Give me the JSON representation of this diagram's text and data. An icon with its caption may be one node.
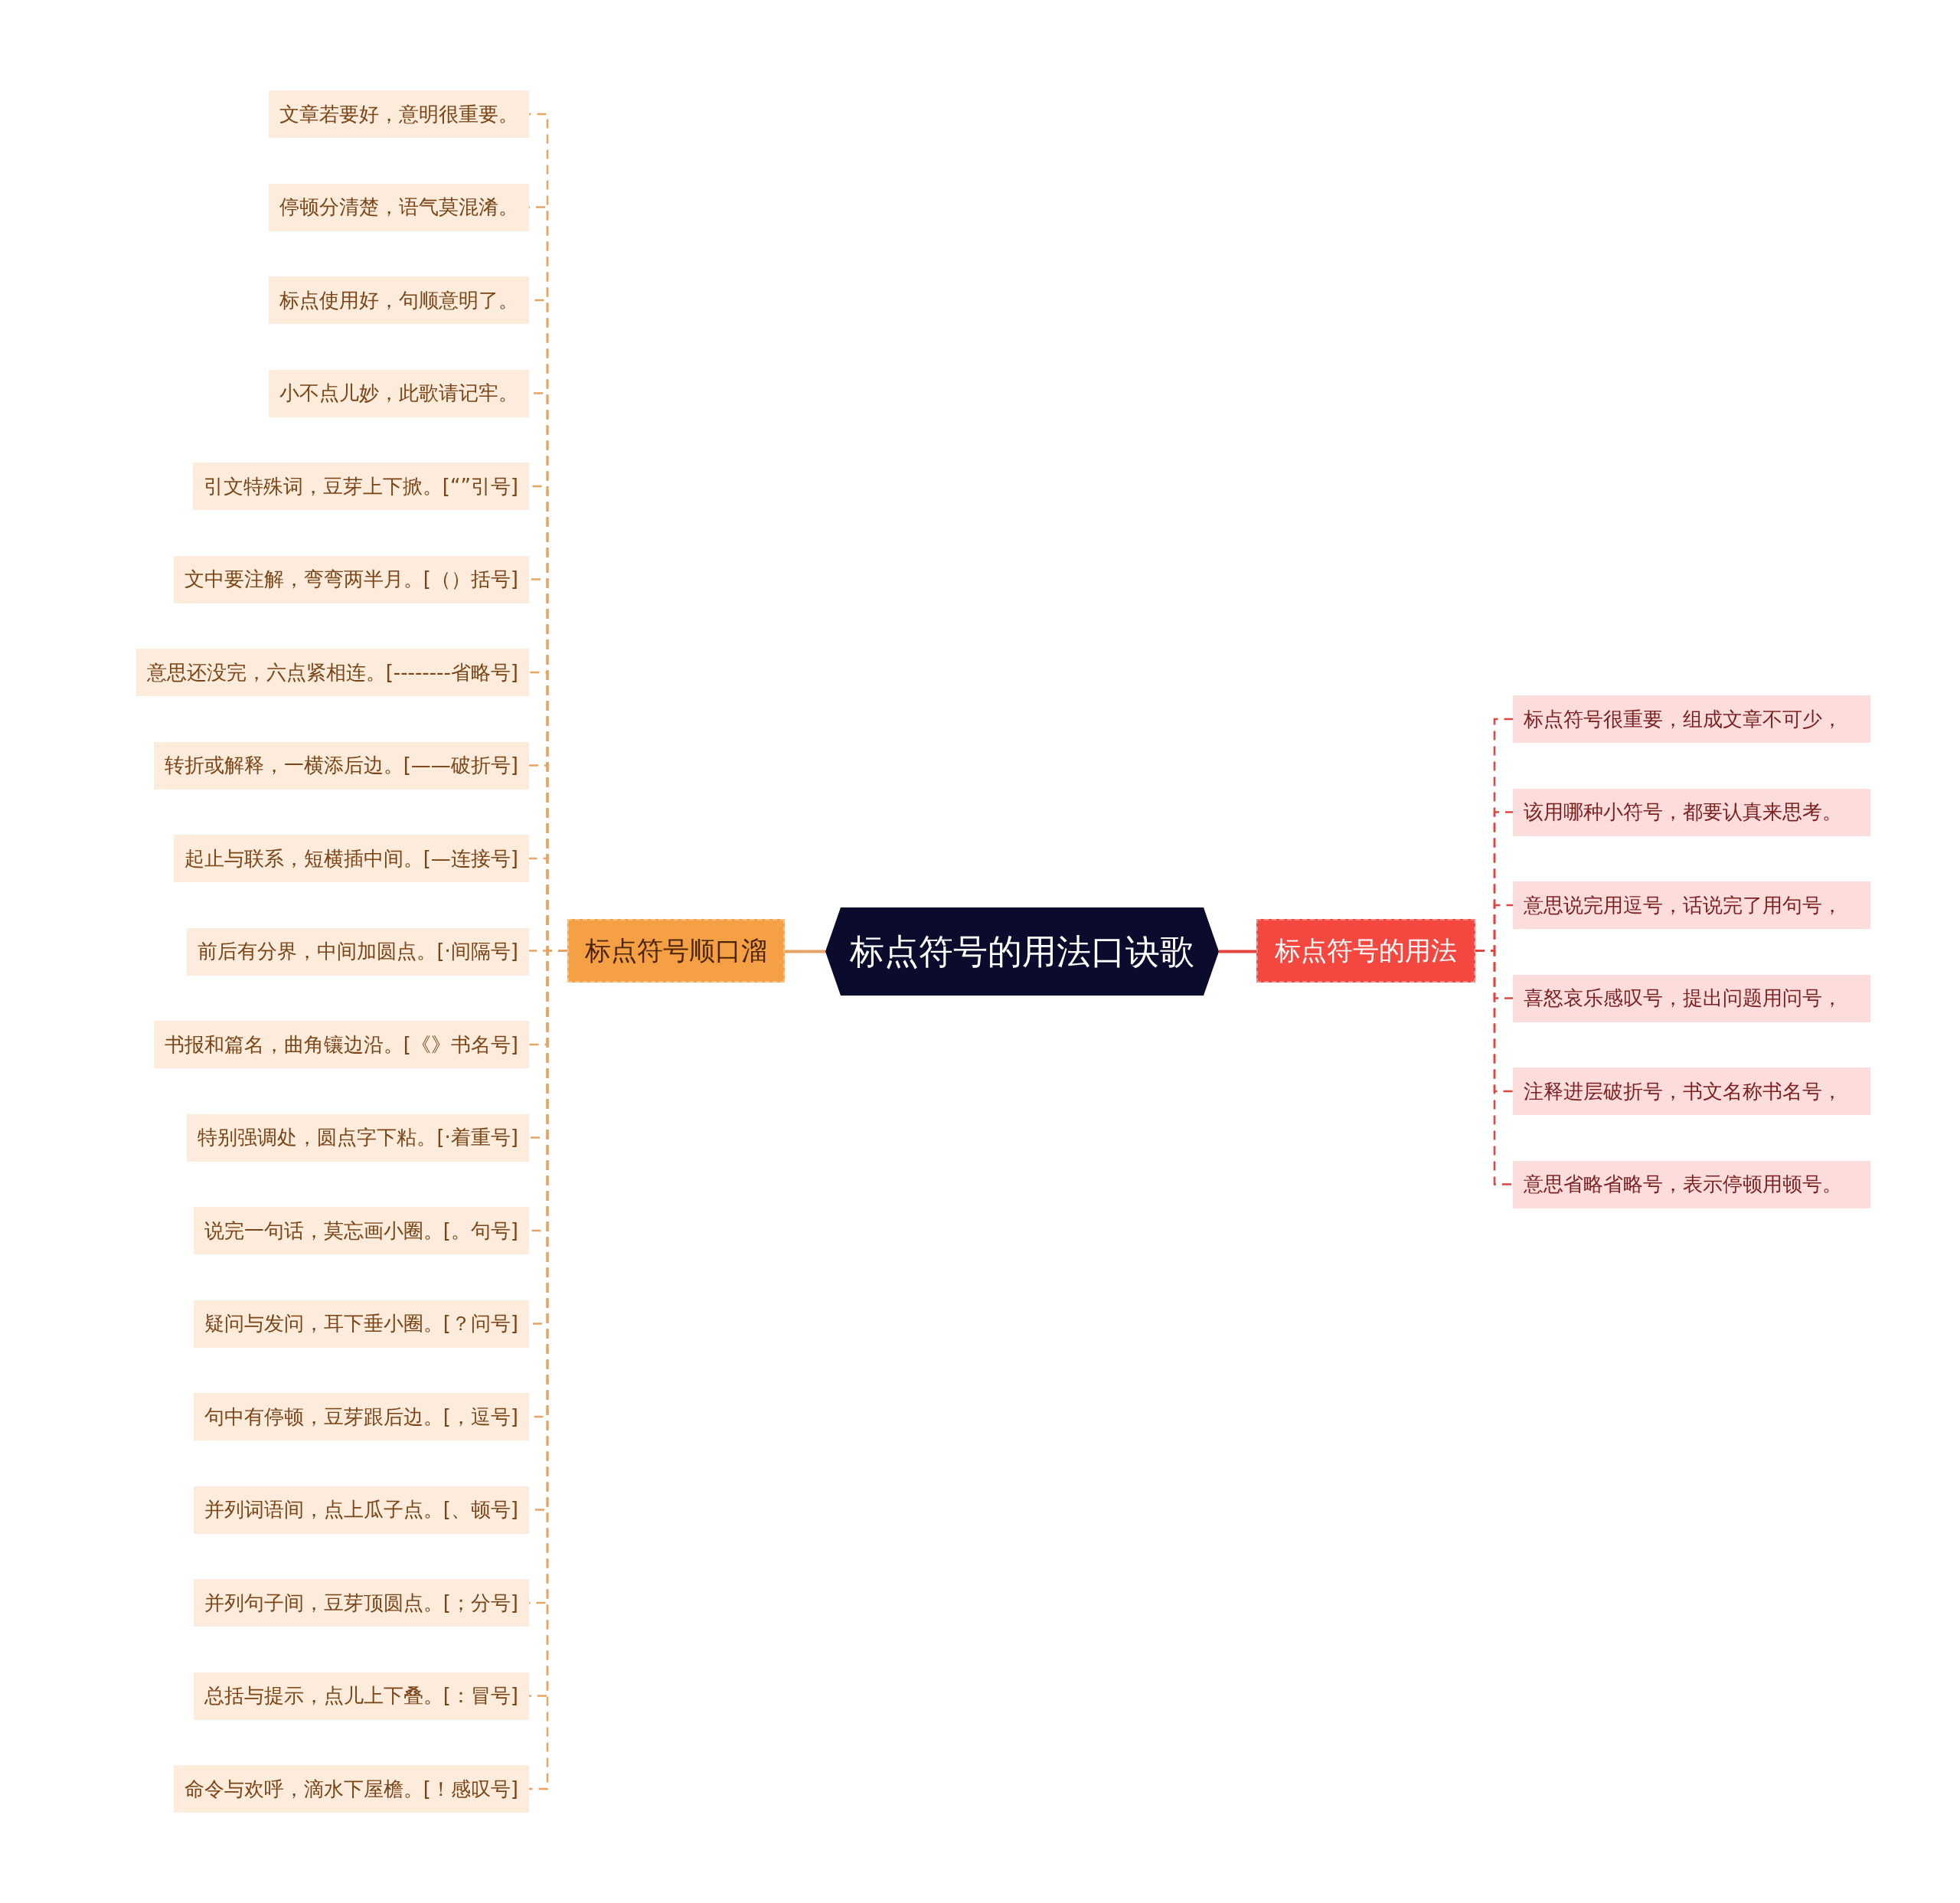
{
  "diagram": {
    "nodes": [
      {
        "text": [
          "标点符号的用法口诀歌"
        ]
      },
      {
        "text": [
          "标点符号顺口溜"
        ]
      },
      {
        "text": [
          "文章若要好，意明很重要。"
        ]
      },
      {
        "text": [
          "停顿分清楚，语气莫混淆。"
        ]
      },
      {
        "text": [
          "标点使用好，句顺意明了。"
        ]
      },
      {
        "text": [
          "小不点儿妙，此歌请记牢。"
        ]
      },
      {
        "text": [
          "引文特殊词，豆芽上下掀。[“”引号]"
        ]
      },
      {
        "text": [
          "文中要注解，弯弯两半月。[（）括号]"
        ]
      },
      {
        "text": [
          "意思还没完，六点紧相连。[--------省略号]"
        ]
      },
      {
        "text": [
          "转折或解释，一横添后边。[——破折号]"
        ]
      },
      {
        "text": [
          "起止与联系，短横插中间。[—连接号]"
        ]
      },
      {
        "text": [
          "前后有分界，中间加圆点。[·间隔号]"
        ]
      },
      {
        "text": [
          "书报和篇名，曲角镶边沿。[《》书名号]"
        ]
      },
      {
        "text": [
          "特别强调处，圆点字下粘。[·着重号]"
        ]
      },
      {
        "text": [
          "说完一句话，莫忘画小圈。[。句号]"
        ]
      },
      {
        "text": [
          "疑问与发问，耳下垂小圈。[？问号]"
        ]
      },
      {
        "text": [
          "句中有停顿，豆芽跟后边。[，逗号]"
        ]
      },
      {
        "text": [
          "并列词语间，点上瓜子点。[、顿号]"
        ]
      },
      {
        "text": [
          "并列句子间，豆芽顶圆点。[；分号]"
        ]
      },
      {
        "text": [
          "总括与提示，点儿上下叠。[：冒号]"
        ]
      },
      {
        "text": [
          "命令与欢呼，滴水下屋檐。[！感叹号]"
        ]
      },
      {
        "text": [
          "标点符号的用法"
        ]
      },
      {
        "text": [
          "标点符号很重要，组成文章不可少，"
        ]
      },
      {
        "text": [
          "该用哪种小符号，都要认真来思考。"
        ]
      },
      {
        "text": [
          "意思说完用逗号，话说完了用句号，"
        ]
      },
      {
        "text": [
          "喜怒哀乐感叹号，提出问题用问号，"
        ]
      },
      {
        "text": [
          "注释进层破折号，书文名称书名号，"
        ]
      },
      {
        "text": [
          "意思省略省略号，表示停顿用顿号。"
        ]
      }
    ],
    "edges": [
      {
        "from": 0,
        "to": 1,
        "arrow": "none"
      },
      {
        "from": 1,
        "to": 2,
        "arrow": "none",
        "style": "dashed"
      },
      {
        "from": 1,
        "to": 3,
        "arrow": "none",
        "style": "dashed"
      },
      {
        "from": 1,
        "to": 4,
        "arrow": "none",
        "style": "dashed"
      },
      {
        "from": 1,
        "to": 5,
        "arrow": "none",
        "style": "dashed"
      },
      {
        "from": 1,
        "to": 6,
        "arrow": "none",
        "style": "dashed"
      },
      {
        "from": 1,
        "to": 7,
        "arrow": "none",
        "style": "dashed"
      },
      {
        "from": 1,
        "to": 8,
        "arrow": "none",
        "style": "dashed"
      },
      {
        "from": 1,
        "to": 9,
        "arrow": "none",
        "style": "dashed"
      },
      {
        "from": 1,
        "to": 10,
        "arrow": "none",
        "style": "dashed"
      },
      {
        "from": 1,
        "to": 11,
        "arrow": "none",
        "style": "dashed"
      },
      {
        "from": 1,
        "to": 12,
        "arrow": "none",
        "style": "dashed"
      },
      {
        "from": 1,
        "to": 13,
        "arrow": "none",
        "style": "dashed"
      },
      {
        "from": 1,
        "to": 14,
        "arrow": "none",
        "style": "dashed"
      },
      {
        "from": 1,
        "to": 15,
        "arrow": "none",
        "style": "dashed"
      },
      {
        "from": 1,
        "to": 16,
        "arrow": "none",
        "style": "dashed"
      },
      {
        "from": 1,
        "to": 17,
        "arrow": "none",
        "style": "dashed"
      },
      {
        "from": 1,
        "to": 18,
        "arrow": "none",
        "style": "dashed"
      },
      {
        "from": 1,
        "to": 19,
        "arrow": "none",
        "style": "dashed"
      },
      {
        "from": 1,
        "to": 20,
        "arrow": "none",
        "style": "dashed"
      },
      {
        "from": 0,
        "to": 21,
        "arrow": "none",
        "color": "#e2453f"
      },
      {
        "from": 21,
        "to": 22,
        "arrow": "none",
        "style": "dashed",
        "color": "#e2453f"
      },
      {
        "from": 21,
        "to": 23,
        "arrow": "none",
        "style": "dashed",
        "color": "#e2453f"
      },
      {
        "from": 21,
        "to": 24,
        "arrow": "none",
        "style": "dashed",
        "color": "#e2453f"
      },
      {
        "from": 21,
        "to": 25,
        "arrow": "none",
        "style": "dashed",
        "color": "#e2453f"
      },
      {
        "from": 21,
        "to": 26,
        "arrow": "none",
        "style": "dashed",
        "color": "#e2453f"
      },
      {
        "from": 21,
        "to": 27,
        "arrow": "none",
        "style": "dashed",
        "color": "#e2453f"
      }
    ]
  }
}
